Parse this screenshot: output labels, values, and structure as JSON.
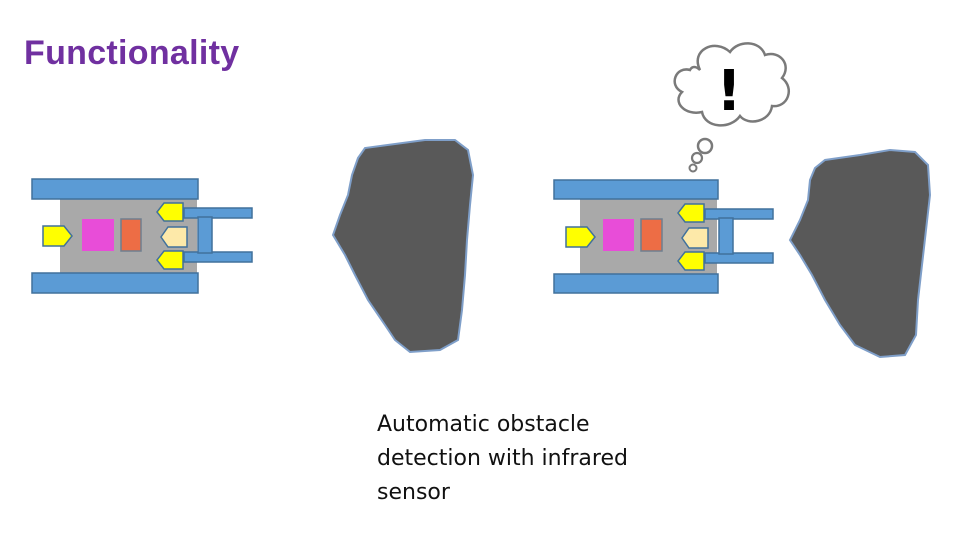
{
  "title": "Functionality",
  "caption": {
    "line1": "Automatic obstacle",
    "line2": "detection with infrared",
    "line3": "sensor"
  },
  "thought_bubble": {
    "text": "!"
  },
  "colors": {
    "title": "#7030a0",
    "robot_rail": "#5b9bd5",
    "robot_body": "#a9a9a9",
    "sensor": "#ffff00",
    "sensor_active": "#fde9a9",
    "chip_magenta": "#e84dd8",
    "chip_orange": "#ed6d45",
    "obstacle": "#595959",
    "obstacle_outline": "#7f9fc9"
  },
  "icons": [
    "robot-icon",
    "rock-icon",
    "thought-bubble-icon"
  ]
}
